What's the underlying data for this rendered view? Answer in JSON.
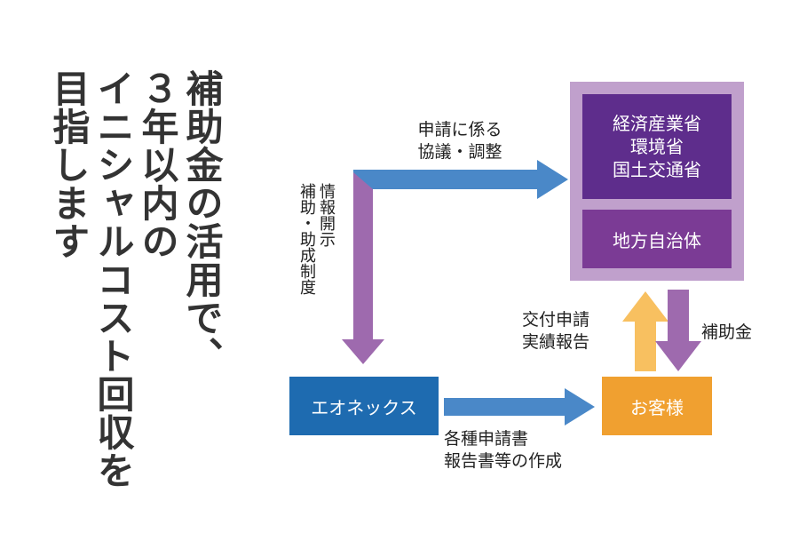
{
  "headline": {
    "line1": "補助金の活用で、",
    "line2": "３年以内の",
    "line3": "イニシャルコスト回収を",
    "line4": "目指します"
  },
  "nodes": {
    "ministries": [
      "経済産業省",
      "環境省",
      "国土交通省"
    ],
    "local_gov": "地方自治体",
    "eonex": "エオネックス",
    "customer": "お客様"
  },
  "flows": {
    "consultation": [
      "申請に係る",
      "協議・調整"
    ],
    "info_disclosure": [
      "情報開示",
      "補助・助成制度"
    ],
    "application": [
      "交付申請",
      "実績報告"
    ],
    "subsidy": "補助金",
    "documents": [
      "各種申請書",
      "報告書等の作成"
    ]
  },
  "colors": {
    "ministry_box": "#5e2d8c",
    "local_gov_box": "#7b3b95",
    "government_frame": "#c0a0cc",
    "eonex_box": "#1e6bb0",
    "customer_box": "#f0a030",
    "blue_arrow": "#4a88c8",
    "purple_arrow": "#9e6aae",
    "orange_arrow": "#f8c060"
  }
}
